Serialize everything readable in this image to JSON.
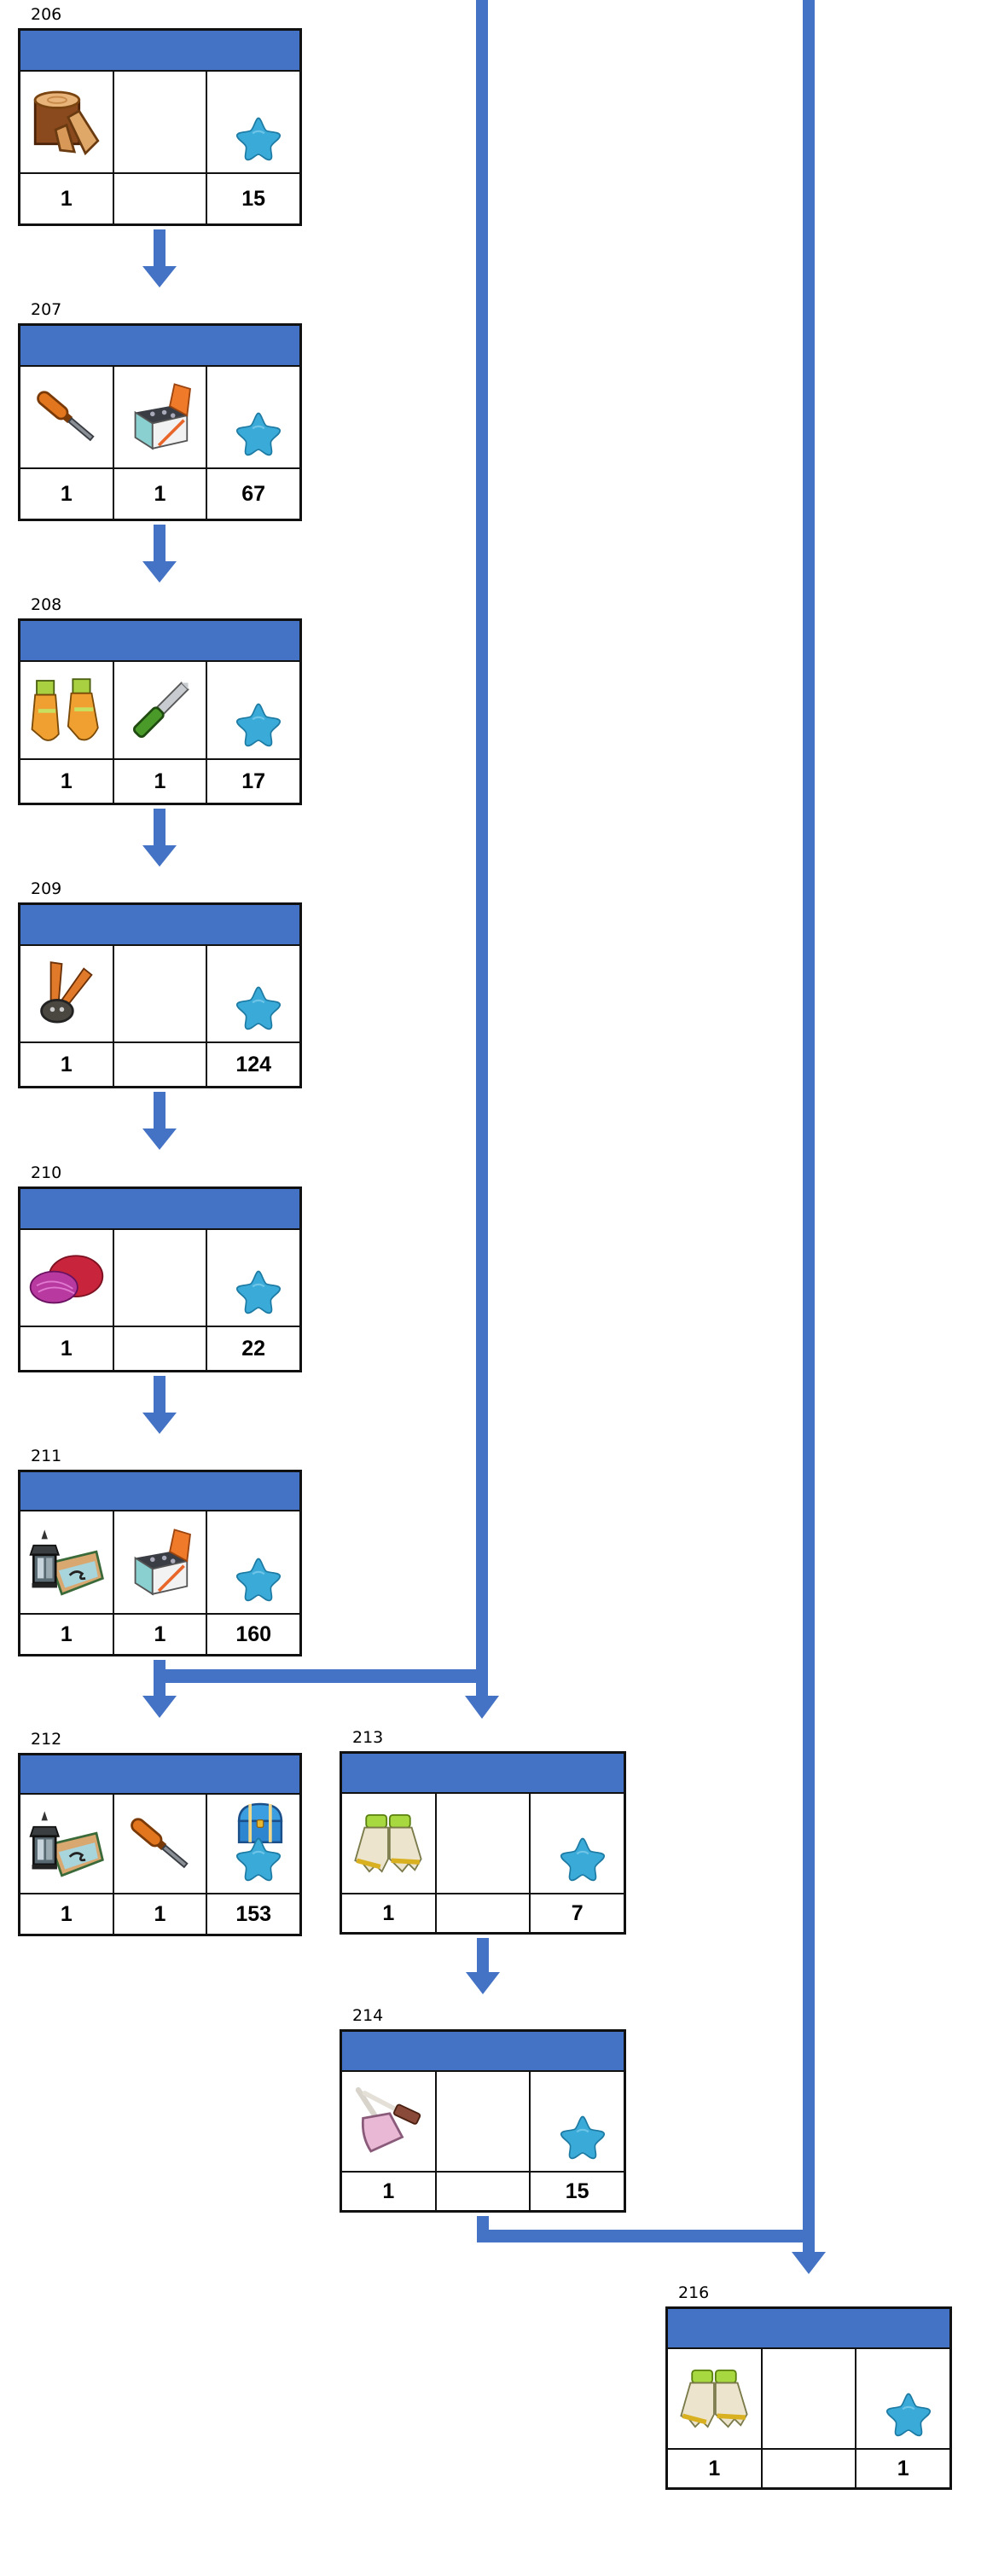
{
  "colors": {
    "header": "#4472c4",
    "arrow": "#4472c4",
    "star": "#3aaad8",
    "border": "#111111"
  },
  "steps": [
    {
      "id": "206",
      "items": [
        [
          "wood-logs"
        ],
        [],
        [
          "star"
        ]
      ],
      "counts": [
        "1",
        "",
        "15"
      ]
    },
    {
      "id": "207",
      "items": [
        [
          "screwdriver"
        ],
        [
          "nails-box"
        ],
        [
          "star"
        ]
      ],
      "counts": [
        "1",
        "1",
        "67"
      ]
    },
    {
      "id": "208",
      "items": [
        [
          "work-gloves"
        ],
        [
          "knife"
        ],
        [
          "star"
        ]
      ],
      "counts": [
        "1",
        "1",
        "17"
      ]
    },
    {
      "id": "209",
      "items": [
        [
          "wire-cutters"
        ],
        [],
        [
          "star"
        ]
      ],
      "counts": [
        "1",
        "",
        "124"
      ]
    },
    {
      "id": "210",
      "items": [
        [
          "yarn-balls"
        ],
        [],
        [
          "star"
        ]
      ],
      "counts": [
        "1",
        "",
        "22"
      ]
    },
    {
      "id": "211",
      "items": [
        [
          "lantern-kit"
        ],
        [
          "nails-box"
        ],
        [
          "star"
        ]
      ],
      "counts": [
        "1",
        "1",
        "160"
      ]
    },
    {
      "id": "212",
      "items": [
        [
          "lantern-kit"
        ],
        [
          "screwdriver"
        ],
        [
          "chest",
          "star"
        ]
      ],
      "counts": [
        "1",
        "1",
        "153"
      ]
    },
    {
      "id": "213",
      "items": [
        [
          "garden-gloves"
        ],
        [],
        [
          "star"
        ]
      ],
      "counts": [
        "1",
        "",
        "7"
      ]
    },
    {
      "id": "214",
      "items": [
        [
          "dustpan-brush"
        ],
        [],
        [
          "star"
        ]
      ],
      "counts": [
        "1",
        "",
        "15"
      ]
    },
    {
      "id": "216",
      "items": [
        [
          "garden-gloves"
        ],
        [],
        [
          "star"
        ]
      ],
      "counts": [
        "1",
        "",
        "1"
      ]
    }
  ]
}
